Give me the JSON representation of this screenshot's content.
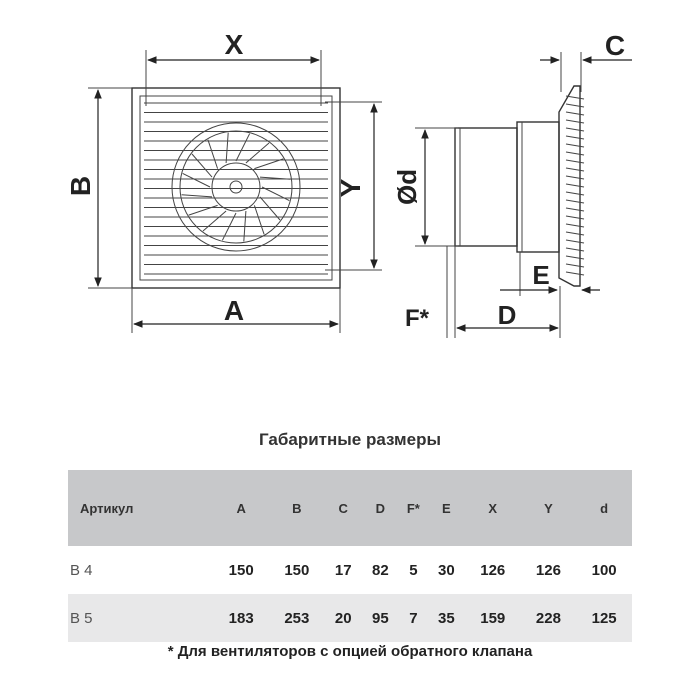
{
  "drawing": {
    "labels": {
      "x": "X",
      "y": "Y",
      "a": "A",
      "b": "B",
      "c": "C",
      "d": "D",
      "e": "E",
      "f": "F*",
      "diam": "Ød"
    }
  },
  "table": {
    "title": "Габаритные размеры",
    "headers": [
      "Артикул",
      "A",
      "B",
      "C",
      "D",
      "F*",
      "E",
      "X",
      "Y",
      "d"
    ],
    "rows": [
      [
        "B 4",
        "150",
        "150",
        "17",
        "82",
        "5",
        "30",
        "126",
        "126",
        "100"
      ],
      [
        "B 5",
        "183",
        "253",
        "20",
        "95",
        "7",
        "35",
        "159",
        "228",
        "125"
      ]
    ]
  },
  "footnote": "* Для вентиляторов с опцией обратного клапана"
}
